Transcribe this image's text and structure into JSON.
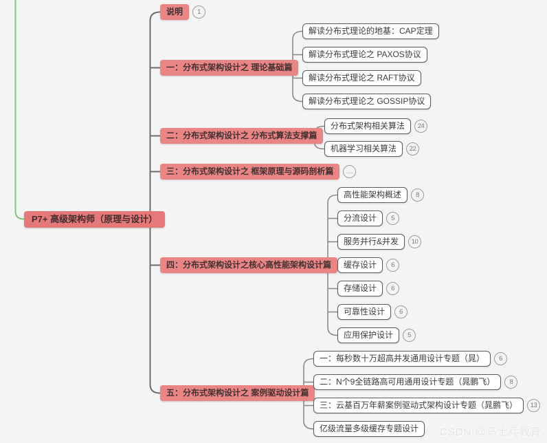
{
  "root": {
    "label": "P7+ 高级架构师（原理与设计）"
  },
  "branches": [
    {
      "label": "说明",
      "badge": "1"
    },
    {
      "label": "一：分布式架构设计之 理论基础篇",
      "children": [
        {
          "label": "解读分布式理论的地基：CAP定理"
        },
        {
          "label": "解读分布式理论之 PAXOS协议"
        },
        {
          "label": "解读分布式理论之 RAFT协议"
        },
        {
          "label": "解读分布式理论之 GOSSIP协议"
        }
      ]
    },
    {
      "label": "二：分布式架构设计之 分布式算法支撑篇",
      "children": [
        {
          "label": "分布式架构相关算法",
          "badge": "24"
        },
        {
          "label": "机器学习相关算法",
          "badge": "22"
        }
      ]
    },
    {
      "label": "三：分布式架构设计之 框架原理与源码剖析篇",
      "badge": "…"
    },
    {
      "label": "四：分布式架构设计之核心高性能架构设计篇",
      "children": [
        {
          "label": "高性能架构概述",
          "badge": "8"
        },
        {
          "label": "分流设计",
          "badge": "5"
        },
        {
          "label": "服务并行&并发",
          "badge": "10"
        },
        {
          "label": "缓存设计",
          "badge": "6"
        },
        {
          "label": "存储设计",
          "badge": "6"
        },
        {
          "label": "可靠性设计",
          "badge": "6"
        },
        {
          "label": "应用保护设计",
          "badge": "5"
        }
      ]
    },
    {
      "label": "五：分布式架构设计之 案例驱动设计篇",
      "children": [
        {
          "label": "一：每秒数十万超高并发通用设计专题（晁）",
          "badge": "6"
        },
        {
          "label": "二：N个9全链路高可用通用设计专题（晁鹏飞）",
          "badge": "8"
        },
        {
          "label": "三：云基百万年薪案例驱动式架构设计专题（晁鹏飞）",
          "badge": "13"
        },
        {
          "label": "亿级流量多级缓存专题设计"
        }
      ]
    }
  ],
  "watermark": "CSDN @马士兵教育",
  "colors": {
    "background": "#f5f4f4",
    "branch_fill": "#e98585",
    "root_fill": "#e57878",
    "node_text": "#453131",
    "leaf_border": "#575c63",
    "trunk_line": "#6f6b67",
    "child_line": "#8a8a8a",
    "green_line": "#7cc57c"
  }
}
